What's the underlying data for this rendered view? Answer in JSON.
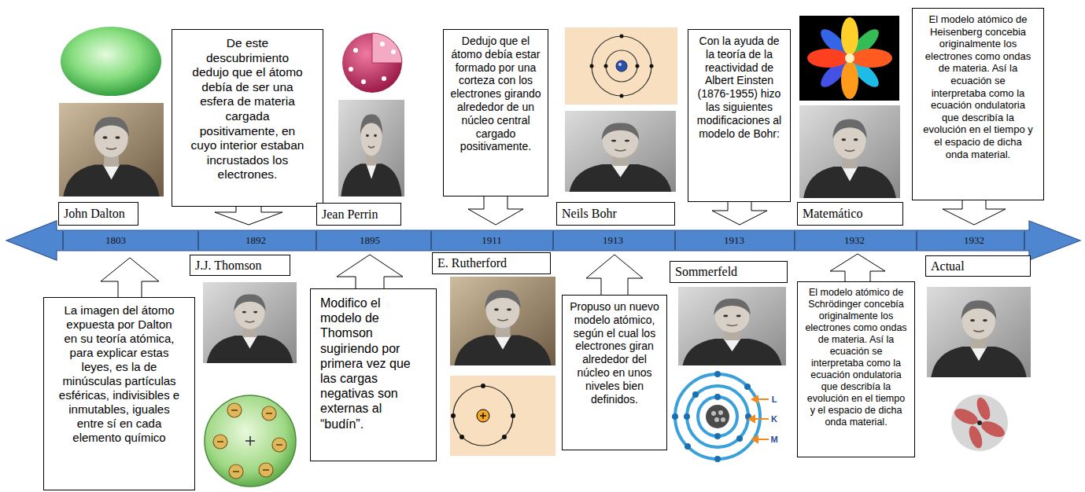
{
  "diagram": {
    "nodes": [
      {
        "text": [
          "John Dalton"
        ]
      },
      {
        "text": [
          "La imagen del átomo expuesta por Dalton en su teoría atómica, para explicar estas leyes, es la de minúsculas partículas esféricas, indivisibles e inmutables, iguales entre sí en cada elemento químico"
        ]
      },
      {
        "text": [
          "De este descubrimiento dedujo que el átomo debía de ser una esfera de materia cargada positivamente, en cuyo interior estaban incrustados los electrones."
        ]
      },
      {
        "text": [
          "J.J. Thomson"
        ]
      },
      {
        "text": [
          "Jean Perrin"
        ]
      },
      {
        "text": [
          "Modifico el modelo de Thomson sugiriendo por primera vez que las cargas negativas son externas al “budín”."
        ]
      },
      {
        "text": [
          "Dedujo que el átomo debía estar formado por una corteza con los electrones girando alrededor de un núcleo central cargado positivamente."
        ]
      },
      {
        "text": [
          "E. Rutherford"
        ]
      },
      {
        "text": [
          "Neils Bohr"
        ]
      },
      {
        "text": [
          "Propuso un nuevo modelo atómico, según el cual los electrones giran alrededor del núcleo en unos niveles bien definidos."
        ]
      },
      {
        "text": [
          "Con la ayuda de la teoría de la reactividad de Albert Einsten (1876-1955) hizo las siguientes modificaciones al modelo de Bohr:"
        ]
      },
      {
        "text": [
          "Sommerfeld"
        ]
      },
      {
        "text": [
          "Matemático"
        ]
      },
      {
        "text": [
          "El modelo atómico de Schrödinger concebía originalmente los electrones como ondas de materia. Así la ecuación se interpretaba como la ecuación ondulatoria que describía la evolución en el tiempo y el espacio de dicha onda material."
        ]
      },
      {
        "text": [
          "El modelo atómico de Heisenberg concebia originalmente los electrones como ondas de materia. Así la ecuación se interpretaba como la ecuación ondulatoria que describía la evolución en el tiempo y el espacio de dicha onda material."
        ]
      },
      {
        "text": [
          "Actual"
        ]
      }
    ],
    "labels": [
      "1803",
      "1892",
      "1895",
      "1911",
      "1913",
      "1913",
      "1932",
      "1932",
      "L",
      "K",
      "M"
    ]
  }
}
